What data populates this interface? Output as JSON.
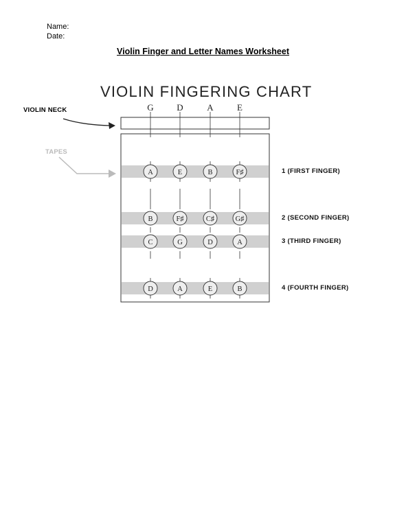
{
  "header": {
    "name_label": "Name:",
    "date_label": "Date:"
  },
  "worksheet_title": "Violin Finger and Letter Names Worksheet",
  "chart": {
    "title": "VIOLIN FINGERING CHART",
    "strings": [
      "G",
      "D",
      "A",
      "E"
    ],
    "neck_label": "VIOLIN NECK",
    "tapes_label": "TAPES",
    "fingers": [
      {
        "label": "1 (FIRST FINGER)",
        "notes": [
          "A",
          "E",
          "B",
          "F♯"
        ]
      },
      {
        "label": "2 (SECOND FINGER)",
        "notes": [
          "B",
          "F♯",
          "C♯",
          "G♯"
        ]
      },
      {
        "label": "3 (THIRD FINGER)",
        "notes": [
          "C",
          "G",
          "D",
          "A"
        ]
      },
      {
        "label": "4 (FOURTH FINGER)",
        "notes": [
          "D",
          "A",
          "E",
          "B"
        ]
      }
    ],
    "colors": {
      "tape": "#d0d0d0",
      "line": "#333333",
      "circle_fill": "#eeeeee",
      "tapes_arrow": "#bbbbbb"
    }
  }
}
